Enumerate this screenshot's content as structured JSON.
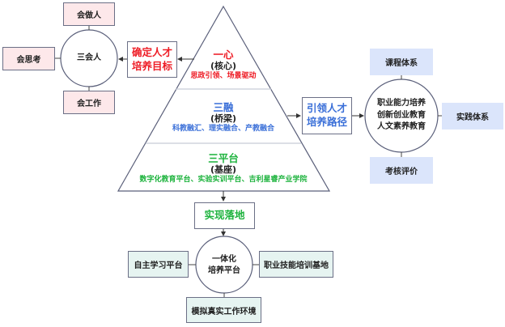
{
  "colors": {
    "red": "#ee1c25",
    "blue": "#3a6fd8",
    "green": "#1db33d",
    "pink_fill": "#fde8ea",
    "lightblue_fill": "#dbe5fb",
    "mint_fill": "#e6f4f1",
    "outline": "#6b6f86"
  },
  "pyramid": {
    "top": {
      "title": "一心",
      "subtitle": "(核心)",
      "desc": "思政引领、场景驱动"
    },
    "middle": {
      "title": "三融",
      "subtitle": "(桥梁)",
      "desc": "科教融汇、理实融合、产教融合"
    },
    "bottom": {
      "title": "三平台",
      "subtitle": "(基座)",
      "desc": "数字化教育平台、实验实训平台、吉利星睿产业学院"
    }
  },
  "left": {
    "goal_box": {
      "line1": "确定人才",
      "line2": "培养目标"
    },
    "circle": "三会人",
    "top_box": "会做人",
    "left_box": "会思考",
    "bottom_box": "会工作"
  },
  "right": {
    "path_box": {
      "line1": "引领人才",
      "line2": "培养路径"
    },
    "circle": {
      "line1": "职业能力培养",
      "line2": "创新创业教育",
      "line3": "人文素养教育"
    },
    "top_box": "课程体系",
    "right_box": "实践体系",
    "bottom_box": "考核评价"
  },
  "bottom": {
    "landing_box": "实现落地",
    "circle": {
      "line1": "一体化",
      "line2": "培养平台"
    },
    "left_box": "自主学习平台",
    "right_box": "职业技能培训基地",
    "bottom_box": "模拟真实工作环境"
  }
}
